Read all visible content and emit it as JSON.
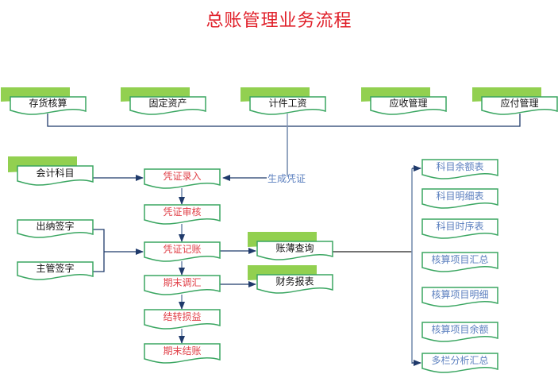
{
  "title": "总账管理业务流程",
  "colors": {
    "title": "#e0202a",
    "box_border": "#3aa661",
    "shadow_green": "#92d050",
    "line": "#1f3a6b",
    "line_light": "#7a8fb0",
    "text_black": "#111111",
    "text_red": "#e04048",
    "text_blue": "#5b7fbf"
  },
  "top_modules": [
    {
      "label": "存货核算"
    },
    {
      "label": "固定资产"
    },
    {
      "label": "计件工资"
    },
    {
      "label": "应收管理"
    },
    {
      "label": "应付管理"
    }
  ],
  "generate_label": "生成凭证",
  "left_inputs": {
    "subjects": "会计科目",
    "cashier_sign": "出纳签字",
    "supervisor_sign": "主管签字"
  },
  "main_steps": [
    {
      "label": "凭证录入"
    },
    {
      "label": "凭证审核"
    },
    {
      "label": "凭证记账"
    },
    {
      "label": "期末调汇"
    },
    {
      "label": "结转损益"
    },
    {
      "label": "期末结账"
    }
  ],
  "outputs": {
    "ledger_query": "账薄查询",
    "financial_report": "财务报表"
  },
  "reports": [
    {
      "label": "科目余额表"
    },
    {
      "label": "科目明细表"
    },
    {
      "label": "科目时序表"
    },
    {
      "label": "核算项目汇总"
    },
    {
      "label": "核算项目明细"
    },
    {
      "label": "核算项目余额"
    },
    {
      "label": "多栏分析汇总"
    }
  ]
}
